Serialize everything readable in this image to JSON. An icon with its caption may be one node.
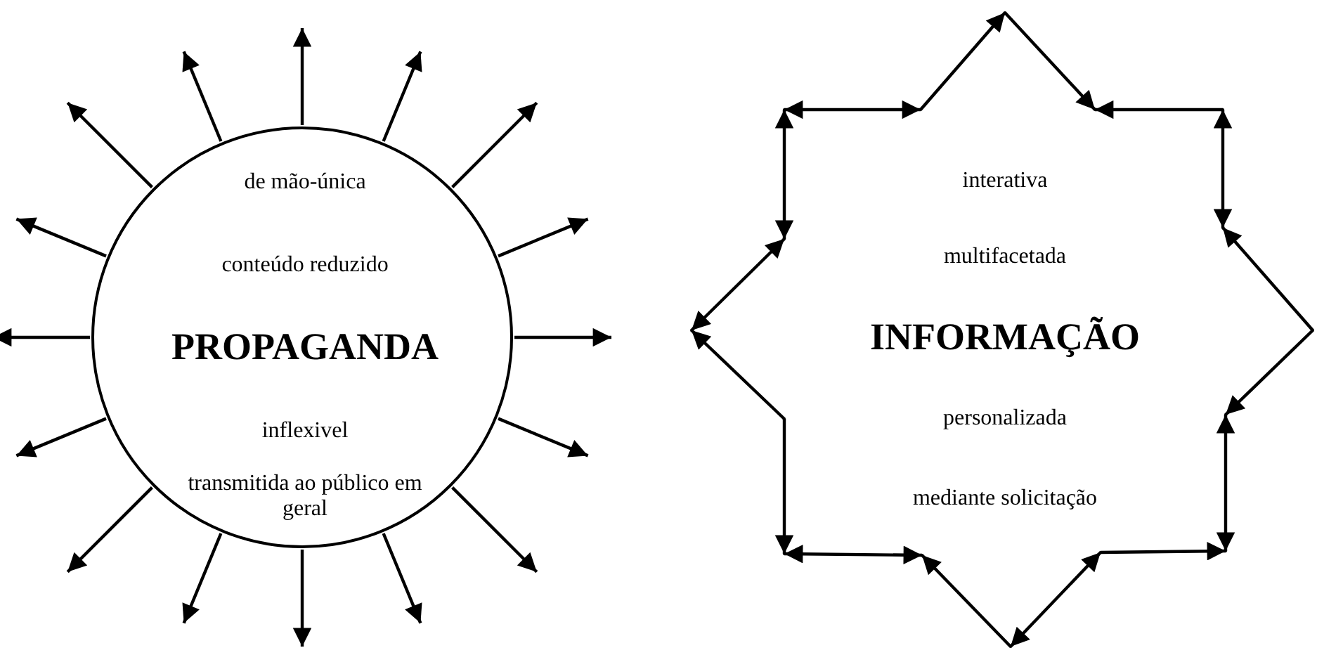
{
  "diagram": {
    "nodes": [
      {
        "text": [
          "de mão-única",
          "conteúdo reduzido",
          "PROPAGANDA",
          "inflexivel",
          "transmitida ao público em geral"
        ]
      },
      {
        "text": [
          "interativa",
          "multifacetada",
          "INFORMAÇÃO",
          "personalizada",
          "mediante solicitação"
        ]
      },
      {
        "text": [],
        "shape": "point"
      },
      {
        "text": [],
        "shape": "point"
      },
      {
        "text": [],
        "shape": "point"
      },
      {
        "text": [],
        "shape": "point"
      },
      {
        "text": [],
        "shape": "point"
      },
      {
        "text": [],
        "shape": "point"
      },
      {
        "text": [],
        "shape": "point"
      },
      {
        "text": [],
        "shape": "point"
      },
      {
        "text": [],
        "shape": "point"
      },
      {
        "text": [],
        "shape": "point"
      },
      {
        "text": [],
        "shape": "point"
      },
      {
        "text": [],
        "shape": "point"
      },
      {
        "text": [],
        "shape": "point"
      },
      {
        "text": [],
        "shape": "point"
      },
      {
        "text": [],
        "shape": "point"
      },
      {
        "text": [],
        "shape": "point"
      }
    ],
    "edges": [
      {
        "from": 0,
        "to": null,
        "arrow": "to"
      },
      {
        "from": 0,
        "to": null,
        "arrow": "to"
      },
      {
        "from": 0,
        "to": null,
        "arrow": "to"
      },
      {
        "from": 0,
        "to": null,
        "arrow": "to"
      },
      {
        "from": 0,
        "to": null,
        "arrow": "to"
      },
      {
        "from": 0,
        "to": null,
        "arrow": "to"
      },
      {
        "from": 0,
        "to": null,
        "arrow": "to"
      },
      {
        "from": 0,
        "to": null,
        "arrow": "to"
      },
      {
        "from": 0,
        "to": null,
        "arrow": "to"
      },
      {
        "from": 0,
        "to": null,
        "arrow": "to"
      },
      {
        "from": 0,
        "to": null,
        "arrow": "to"
      },
      {
        "from": 0,
        "to": null,
        "arrow": "to"
      },
      {
        "from": 0,
        "to": null,
        "arrow": "to"
      },
      {
        "from": 0,
        "to": null,
        "arrow": "to"
      },
      {
        "from": 0,
        "to": null,
        "arrow": "to"
      },
      {
        "from": 0,
        "to": null,
        "arrow": "to"
      },
      {
        "from": 2,
        "to": 3,
        "arrow": "to"
      },
      {
        "from": 4,
        "to": 3,
        "arrow": "to"
      },
      {
        "from": 4,
        "to": 5,
        "arrow": "both"
      },
      {
        "from": 6,
        "to": 5,
        "arrow": "to"
      },
      {
        "from": 6,
        "to": 7,
        "arrow": "to"
      },
      {
        "from": 7,
        "to": 8,
        "arrow": "both"
      },
      {
        "from": 9,
        "to": 8,
        "arrow": "to"
      },
      {
        "from": 9,
        "to": 10,
        "arrow": "both"
      },
      {
        "from": 10,
        "to": 11,
        "arrow": "to"
      },
      {
        "from": 11,
        "to": 12,
        "arrow": "both"
      },
      {
        "from": 13,
        "to": 12,
        "arrow": "to"
      },
      {
        "from": 13,
        "to": 14,
        "arrow": "to"
      },
      {
        "from": 14,
        "to": 15,
        "arrow": "both"
      },
      {
        "from": 15,
        "to": 16,
        "arrow": "both"
      },
      {
        "from": 16,
        "to": 17,
        "arrow": "both"
      },
      {
        "from": 17,
        "to": 2,
        "arrow": "to"
      }
    ]
  }
}
